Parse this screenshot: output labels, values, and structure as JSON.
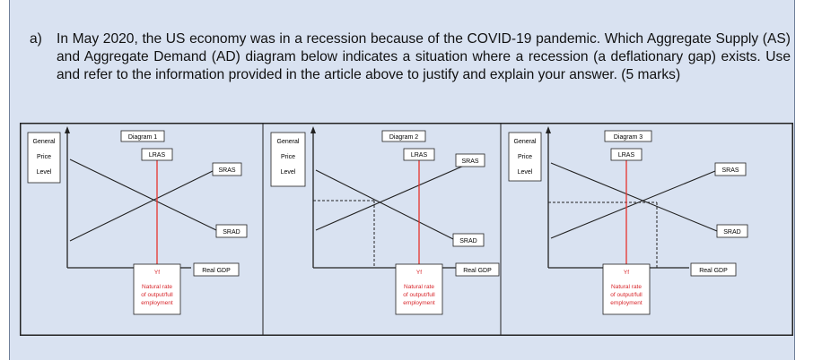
{
  "question": {
    "letter": "a)",
    "text": "In May 2020, the US economy was in a recession because of the COVID-19 pandemic. Which Aggregate Supply (AS) and Aggregate Demand (AD) diagram below indicates a situation where a recession (a deflationary gap) exists. Use and refer to the information provided in the article above to justify and explain your answer. (5 marks)"
  },
  "diagrams": [
    {
      "title": "Diagram 1",
      "y_axis_label_lines": [
        "General",
        "Price",
        "Level"
      ],
      "lras_label": "LRAS",
      "sras_label": "SRAS",
      "srad_label": "SRAD",
      "x_axis_label": "Real GDP",
      "yf_label": "Yf",
      "natural_rate_lines": [
        "Natural rate",
        "of output/full",
        "employment"
      ],
      "dashed_guides": false
    },
    {
      "title": "Diagram 2",
      "y_axis_label_lines": [
        "General",
        "Price",
        "Level"
      ],
      "lras_label": "LRAS",
      "sras_label": "SRAS",
      "srad_label": "SRAD",
      "x_axis_label": "Real GDP",
      "yf_label": "Yf",
      "natural_rate_lines": [
        "Natural rate",
        "of output/full",
        "employment"
      ],
      "dashed_guides": true
    },
    {
      "title": "Diagram 3",
      "y_axis_label_lines": [
        "General",
        "Price",
        "Level"
      ],
      "lras_label": "LRAS",
      "sras_label": "SRAS",
      "srad_label": "SRAD",
      "x_axis_label": "Real GDP",
      "yf_label": "Yf",
      "natural_rate_lines": [
        "Natural rate",
        "of output/full",
        "employment"
      ],
      "dashed_guides": true
    }
  ],
  "colors": {
    "page_background": "#d9e2f1",
    "lras_line": "#e8322c",
    "natural_rate_text": "#d8262b",
    "curve": "#222222"
  }
}
